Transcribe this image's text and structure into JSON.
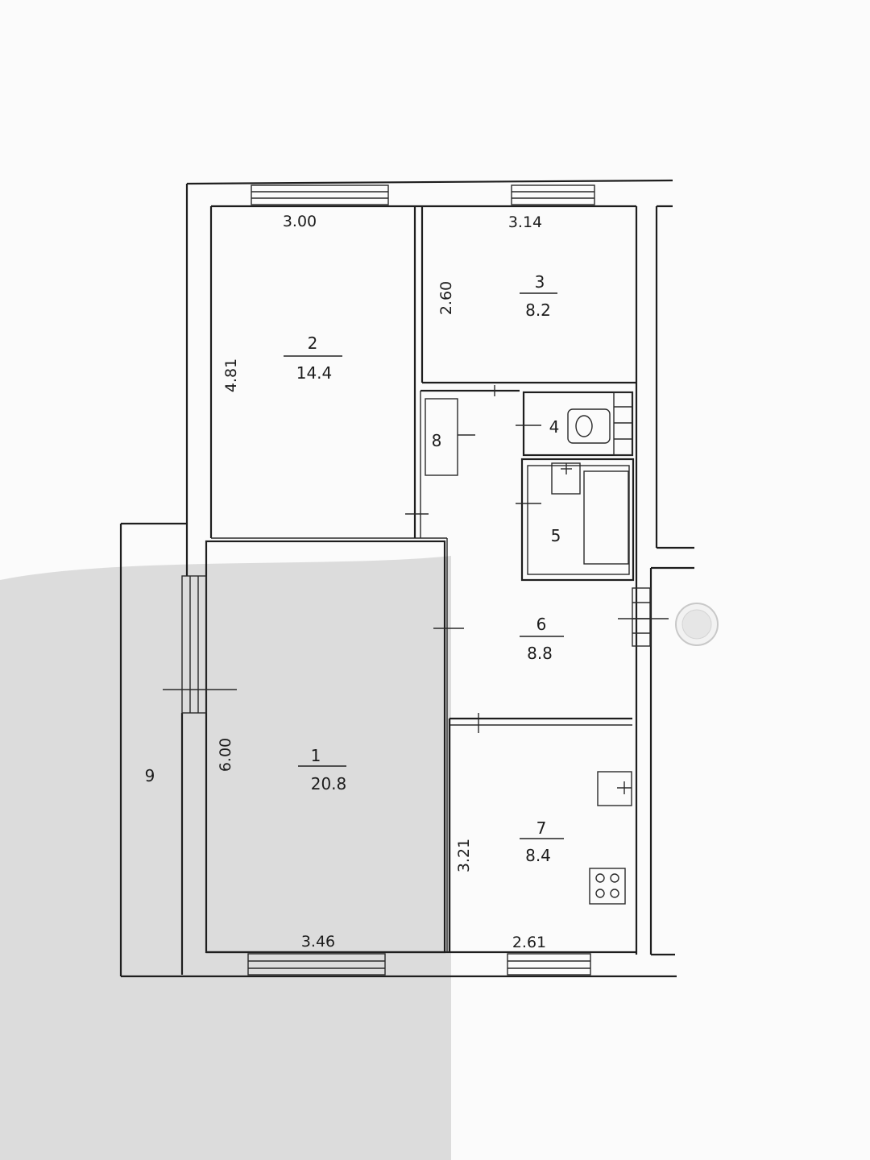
{
  "plan": {
    "rooms": [
      {
        "id": "room-1",
        "number": "1",
        "area": "20.8"
      },
      {
        "id": "room-2",
        "number": "2",
        "area": "14.4"
      },
      {
        "id": "room-3",
        "number": "3",
        "area": "8.2"
      },
      {
        "id": "room-4",
        "number": "4",
        "area": ""
      },
      {
        "id": "room-5",
        "number": "5",
        "area": ""
      },
      {
        "id": "room-6",
        "number": "6",
        "area": "8.8"
      },
      {
        "id": "room-7",
        "number": "7",
        "area": "8.4"
      },
      {
        "id": "room-8",
        "number": "8",
        "area": ""
      },
      {
        "id": "room-9",
        "number": "9",
        "area": ""
      }
    ],
    "dimensions": {
      "top_left": "3.00",
      "top_right": "3.14",
      "room2_height": "4.81",
      "room3_height": "2.60",
      "room1_height": "6.00",
      "room7_height": "3.21",
      "bottom_left": "3.46",
      "bottom_right": "2.61"
    }
  }
}
